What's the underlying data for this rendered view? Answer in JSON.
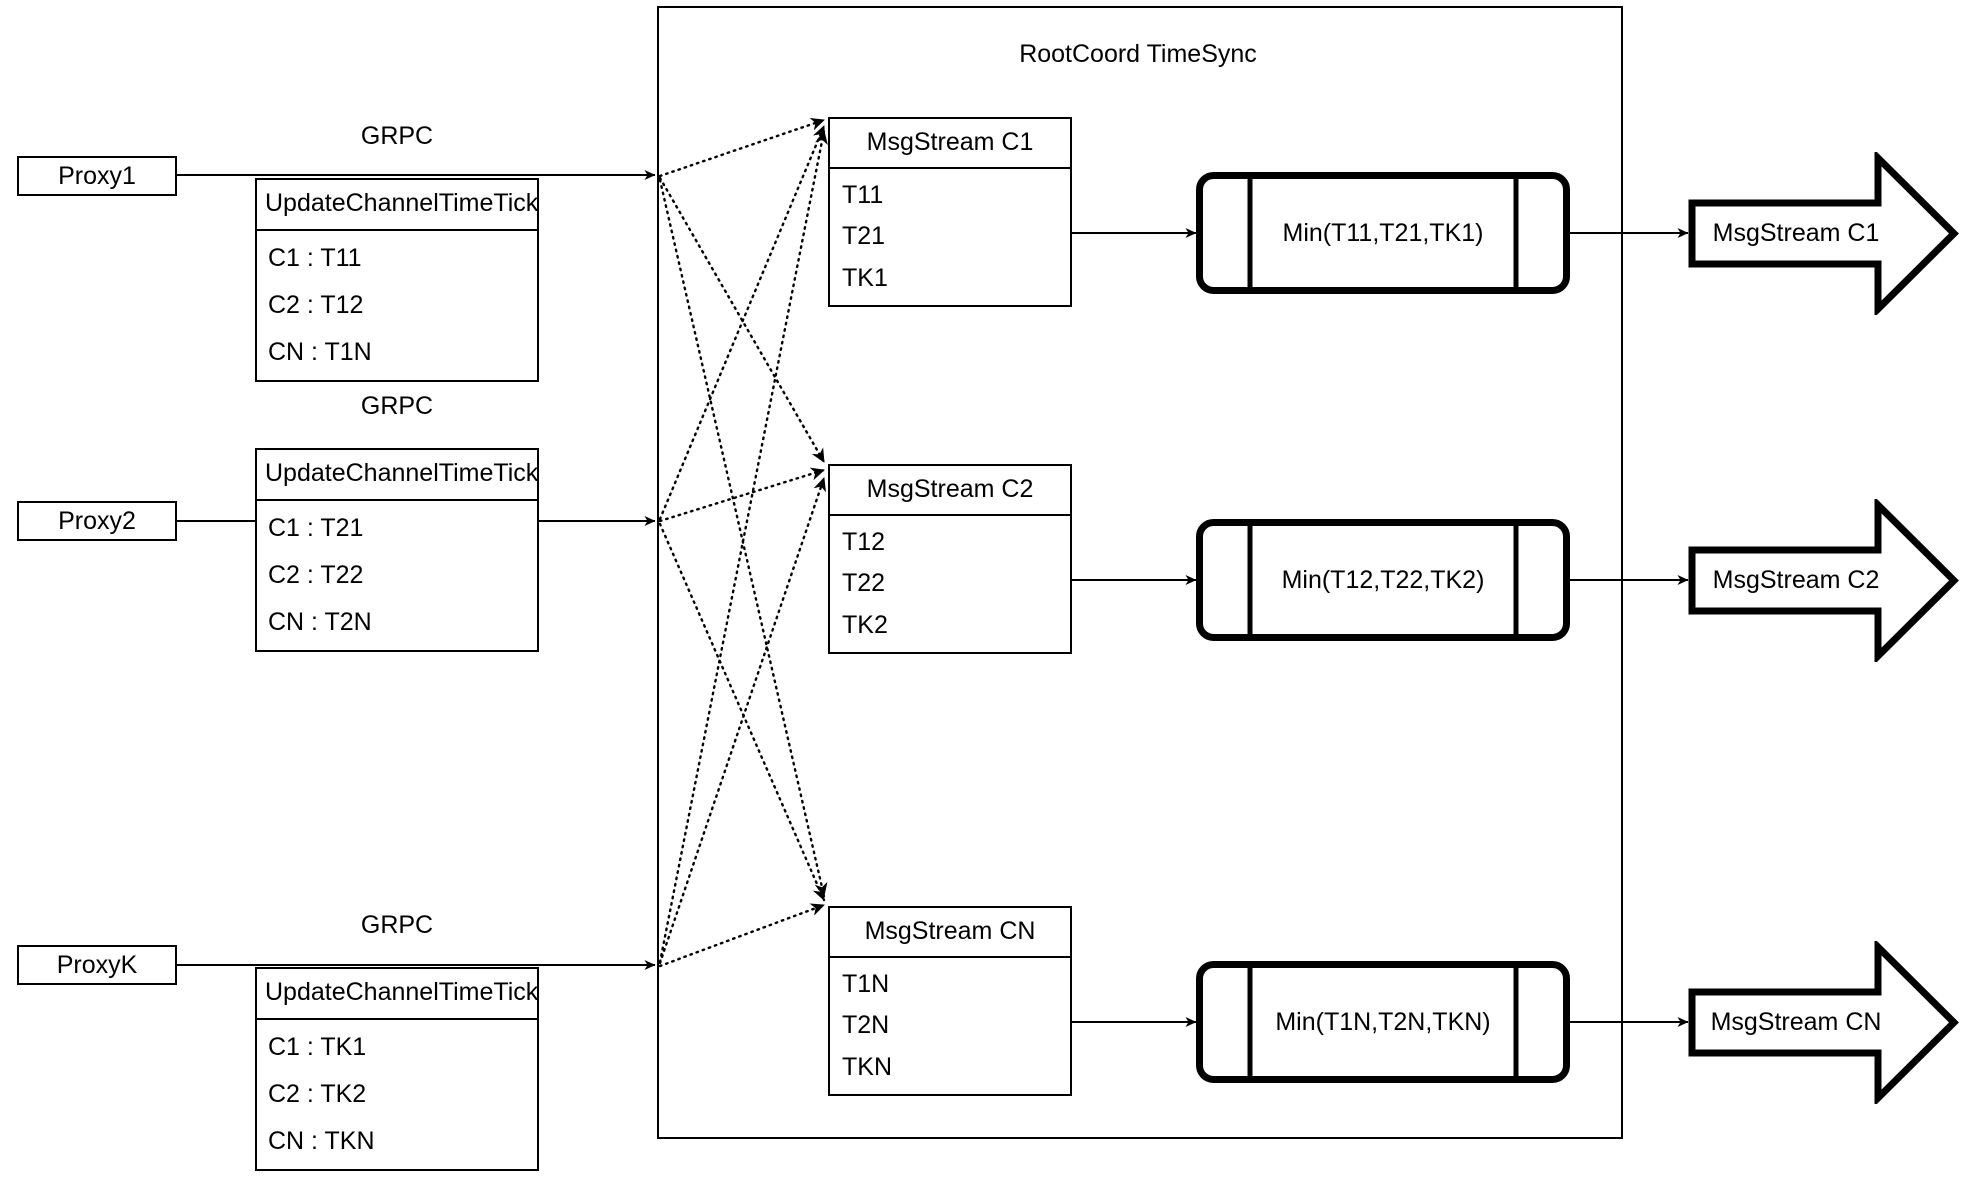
{
  "diagram": {
    "title": "RootCoord TimeSync",
    "container_label": "RootCoord TimeSync",
    "link_label": "GRPC"
  },
  "proxies": [
    {
      "name": "Proxy1",
      "grpc_label": "GRPC",
      "tick_title": "UpdateChannelTimeTick",
      "rows": [
        "C1 :  T11",
        "C2 :  T12",
        "CN : T1N"
      ]
    },
    {
      "name": "Proxy2",
      "grpc_label": "GRPC",
      "tick_title": "UpdateChannelTimeTick",
      "rows": [
        "C1 :  T21",
        "C2 :  T22",
        "CN : T2N"
      ]
    },
    {
      "name": "ProxyK",
      "grpc_label": "GRPC",
      "tick_title": "UpdateChannelTimeTick",
      "rows": [
        "C1 :  TK1",
        "C2 :  TK2",
        "CN : TKN"
      ]
    }
  ],
  "msgstreams": [
    {
      "title": "MsgStream C1",
      "rows": [
        "T11",
        "T21",
        "TK1"
      ]
    },
    {
      "title": "MsgStream C2",
      "rows": [
        "T12",
        "T22",
        "TK2"
      ]
    },
    {
      "title": "MsgStream CN",
      "rows": [
        "T1N",
        "T2N",
        "TKN"
      ]
    }
  ],
  "processes": [
    {
      "label": "Min(T11,T21,TK1)"
    },
    {
      "label": "Min(T12,T22,TK2)"
    },
    {
      "label": "Min(T1N,T2N,TKN)"
    }
  ],
  "outputs": [
    {
      "label": "MsgStream C1"
    },
    {
      "label": "MsgStream C2"
    },
    {
      "label": "MsgStream CN"
    }
  ],
  "colors": {
    "stroke": "#000000",
    "background": "#ffffff"
  }
}
